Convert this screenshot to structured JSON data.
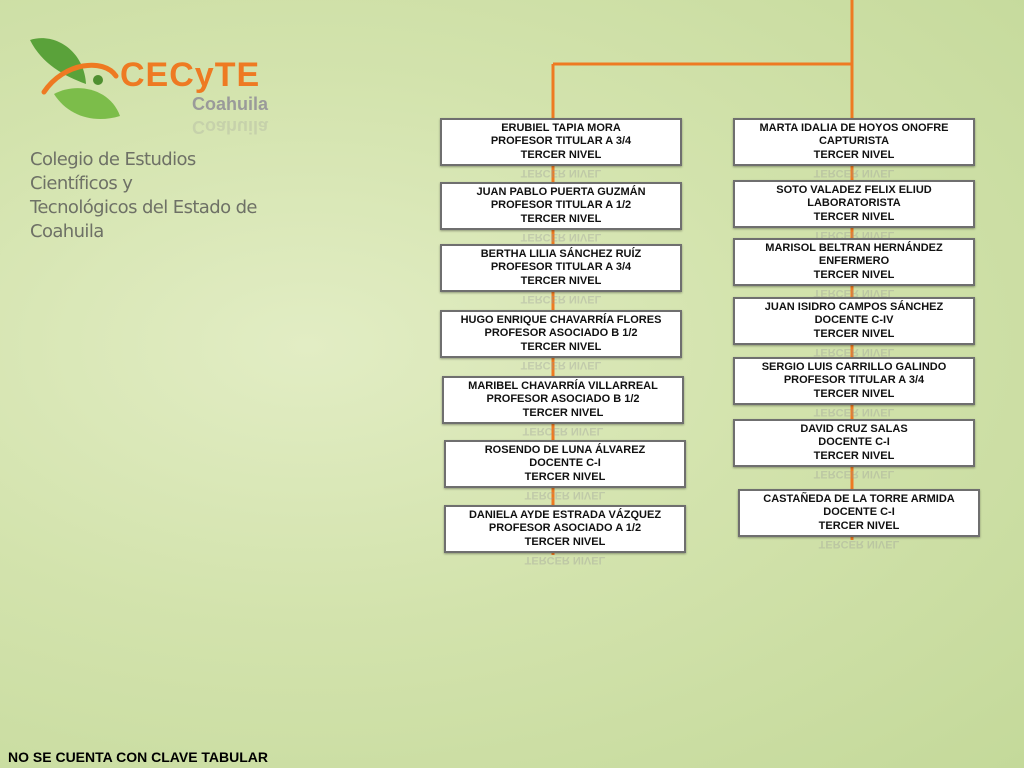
{
  "logo": {
    "brand": "CECyTE",
    "region": "Coahuila",
    "institution_line1": "Colegio de Estudios Científicos y",
    "institution_line2": "Tecnológicos del Estado de Coahuila",
    "colors": {
      "orange": "#ee7a22",
      "green": "#5aa23a",
      "gray": "#9a9a9a"
    }
  },
  "connector_color": "#ee7a22",
  "left_column": [
    {
      "name": "ERUBIEL TAPIA MORA",
      "position": "PROFESOR TITULAR A 3/4",
      "level": "TERCER NIVEL"
    },
    {
      "name": "JUAN PABLO PUERTA GUZMÁN",
      "position": "PROFESOR TITULAR A 1/2",
      "level": "TERCER NIVEL"
    },
    {
      "name": "BERTHA LILIA SÁNCHEZ RUÍZ",
      "position": "PROFESOR TITULAR A 3/4",
      "level": "TERCER NIVEL"
    },
    {
      "name": "HUGO ENRIQUE CHAVARRÍA FLORES",
      "position": "PROFESOR ASOCIADO B 1/2",
      "level": "TERCER NIVEL"
    },
    {
      "name": "MARIBEL CHAVARRÍA VILLARREAL",
      "position": "PROFESOR ASOCIADO B  1/2",
      "level": "TERCER NIVEL"
    },
    {
      "name": "ROSENDO DE LUNA ÁLVAREZ",
      "position": "DOCENTE C-I",
      "level": "TERCER NIVEL"
    },
    {
      "name": "DANIELA AYDE ESTRADA VÁZQUEZ",
      "position": "PROFESOR ASOCIADO A 1/2",
      "level": "TERCER NIVEL"
    }
  ],
  "right_column": [
    {
      "name": "MARTA IDALIA DE HOYOS ONOFRE",
      "position": "CAPTURISTA",
      "level": "TERCER NIVEL"
    },
    {
      "name": "SOTO VALADEZ FELIX ELIUD",
      "position": "LABORATORISTA",
      "level": "TERCER NIVEL"
    },
    {
      "name": "MARISOL BELTRAN HERNÁNDEZ",
      "position": "ENFERMERO",
      "level": "TERCER NIVEL"
    },
    {
      "name": "JUAN ISIDRO CAMPOS SÁNCHEZ",
      "position": "DOCENTE C-IV",
      "level": "TERCER NIVEL"
    },
    {
      "name": "SERGIO LUIS CARRILLO GALINDO",
      "position": "PROFESOR TITULAR A 3/4",
      "level": "TERCER NIVEL"
    },
    {
      "name": "DAVID CRUZ SALAS",
      "position": "DOCENTE C-I",
      "level": "TERCER NIVEL"
    },
    {
      "name": "CASTAÑEDA DE LA TORRE ARMIDA",
      "position": "DOCENTE C-I",
      "level": "TERCER NIVEL"
    }
  ],
  "footer": "NO SE CUENTA CON CLAVE TABULAR"
}
